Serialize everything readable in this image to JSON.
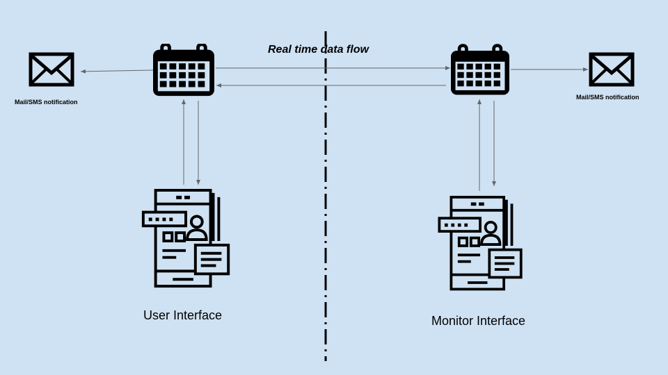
{
  "title": "Real time data flow",
  "left": {
    "notification_label": "Mail/SMS notification",
    "interface_label": "User Interface"
  },
  "right": {
    "notification_label": "Mail/SMS notification",
    "interface_label": "Monitor Interface"
  },
  "icons": [
    "mail-icon",
    "calendar-icon",
    "mobile-interface-icon"
  ],
  "colors": {
    "background": "#cfe2f3",
    "arrow": "#666666",
    "icon": "#000000"
  }
}
